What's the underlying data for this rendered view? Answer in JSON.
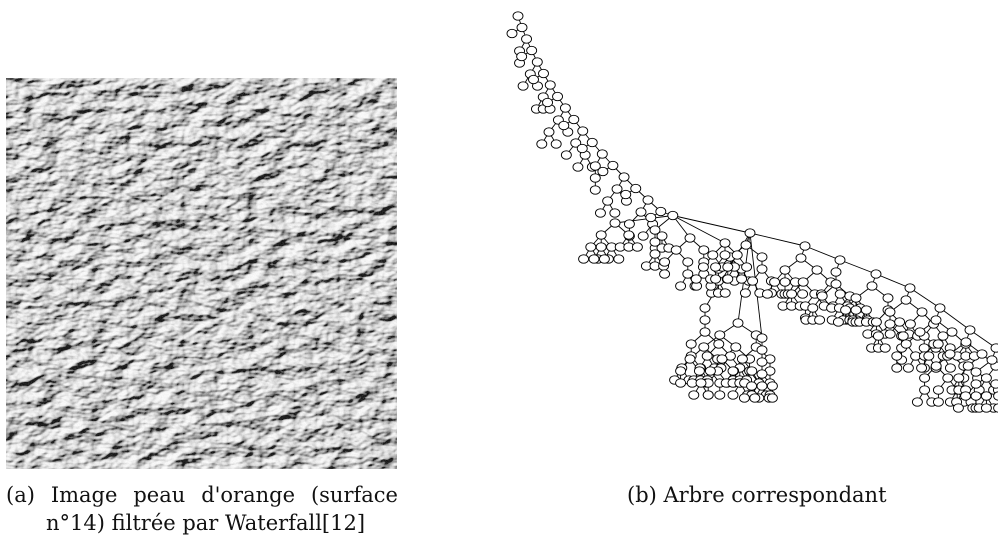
{
  "figure_a": {
    "caption_label": "(a)",
    "caption_words": [
      "Image",
      "peau",
      "d'orange",
      "(surface"
    ],
    "caption_line2": "n°14) filtrée par Waterfall[12]"
  },
  "figure_b": {
    "caption": "(b) Arbre correspondant"
  }
}
